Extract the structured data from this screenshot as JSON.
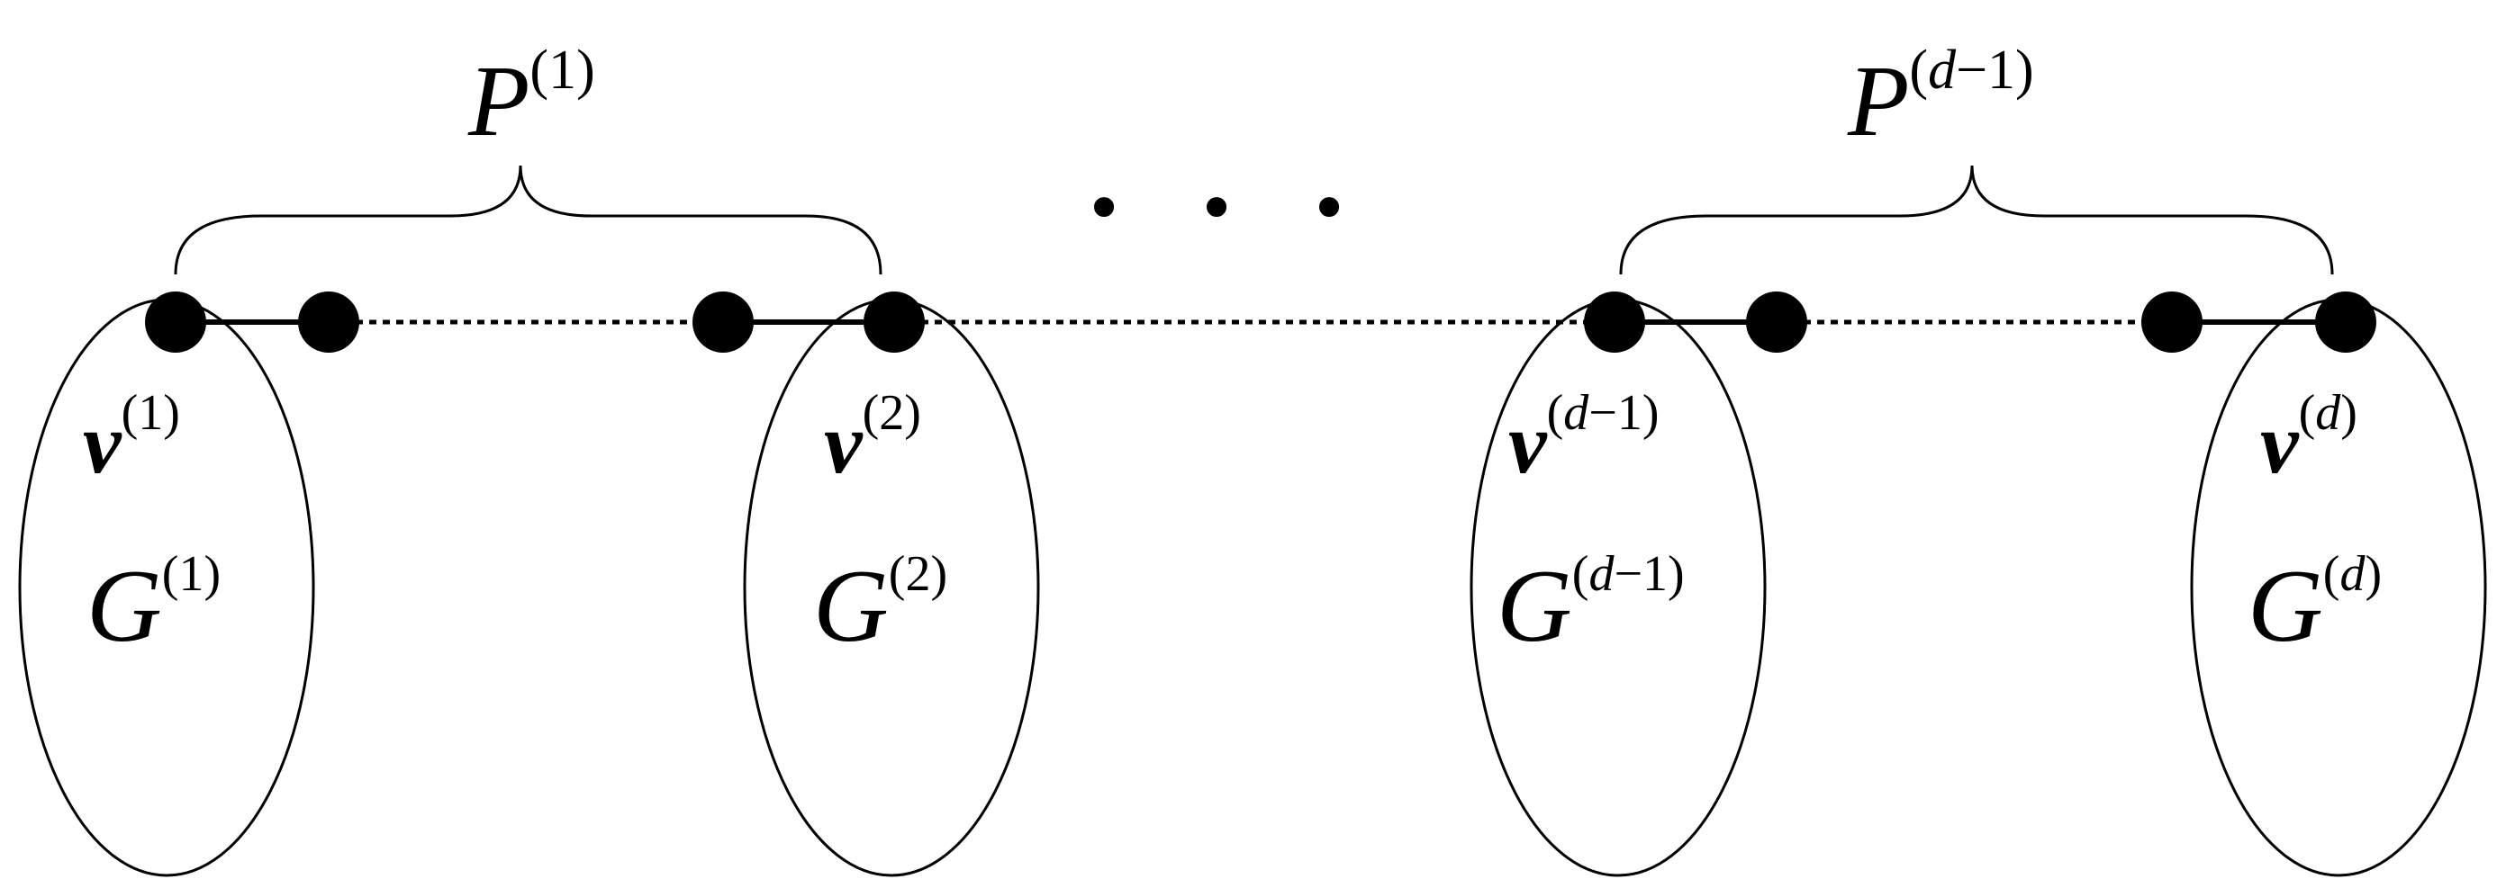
{
  "colors": {
    "ink": "#000000",
    "background": "#ffffff"
  },
  "paths": [
    {
      "bracket_base": "P",
      "bracket_sup": "(1)",
      "bracket_sup_pre": "(",
      "bracket_sup_var": "",
      "bracket_sup_post": "1)"
    },
    {
      "bracket_base": "P",
      "bracket_sup": "(d−1)",
      "bracket_sup_pre": "(",
      "bracket_sup_var": "d",
      "bracket_sup_post": "−1)"
    }
  ],
  "gap_dots": "• • •",
  "subgraphs": [
    {
      "vertex_base": "v",
      "vertex_sup_pre": "(",
      "vertex_sup_var": "",
      "vertex_sup_post": "1)",
      "graph_base": "G",
      "graph_sup_pre": "(",
      "graph_sup_var": "",
      "graph_sup_post": "1)"
    },
    {
      "vertex_base": "v",
      "vertex_sup_pre": "(",
      "vertex_sup_var": "",
      "vertex_sup_post": "2)",
      "graph_base": "G",
      "graph_sup_pre": "(",
      "graph_sup_var": "",
      "graph_sup_post": "2)"
    },
    {
      "vertex_base": "v",
      "vertex_sup_pre": "(",
      "vertex_sup_var": "d",
      "vertex_sup_post": "−1)",
      "graph_base": "G",
      "graph_sup_pre": "(",
      "graph_sup_var": "d",
      "graph_sup_post": "−1)"
    },
    {
      "vertex_base": "v",
      "vertex_sup_pre": "(",
      "vertex_sup_var": "d",
      "vertex_sup_post": ")",
      "graph_base": "G",
      "graph_sup_pre": "(",
      "graph_sup_var": "d",
      "graph_sup_post": ")"
    }
  ]
}
